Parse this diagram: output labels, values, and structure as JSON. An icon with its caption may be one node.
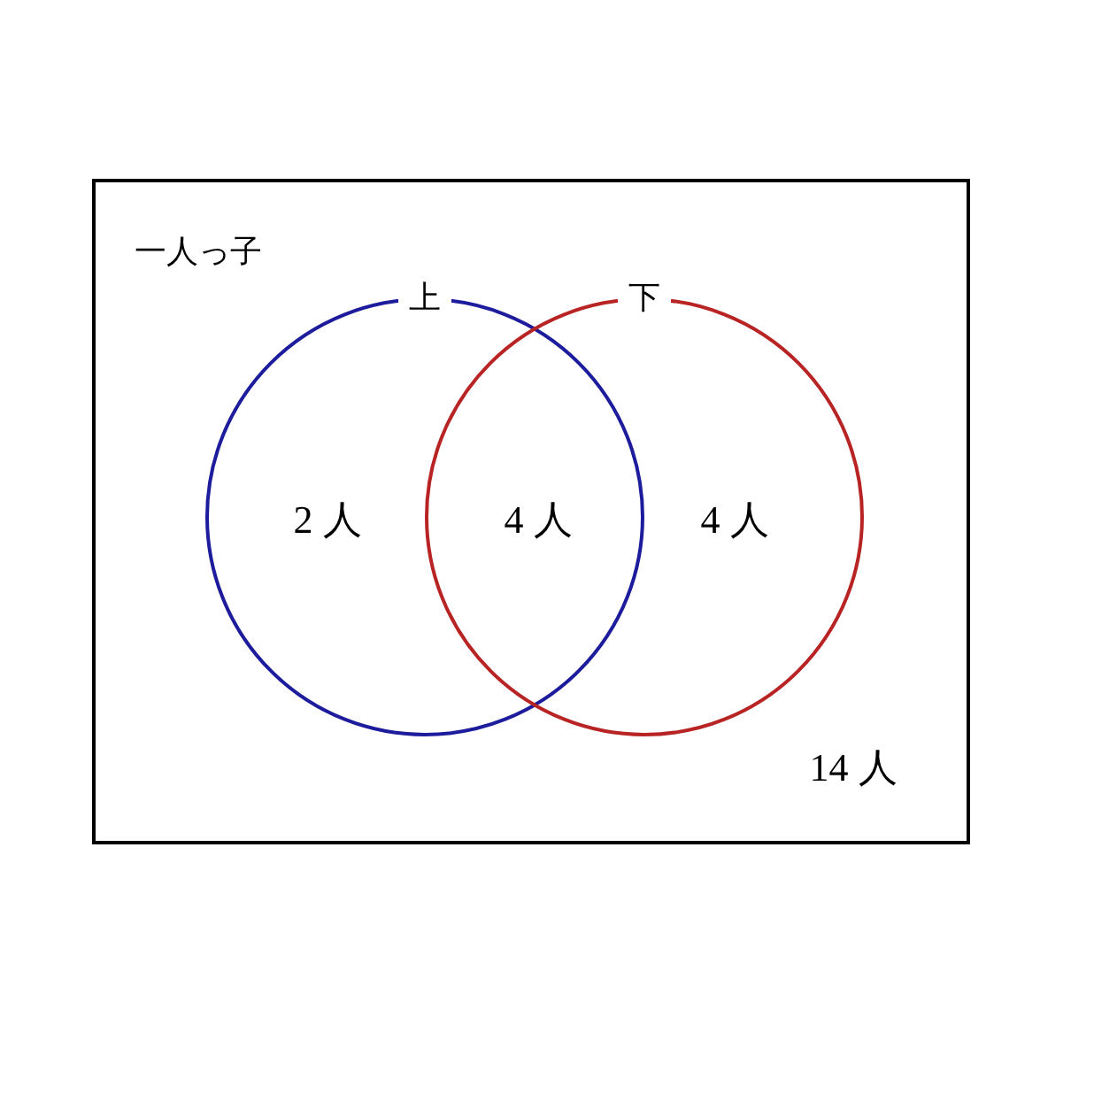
{
  "diagram": {
    "nodes": [
      {
        "text": [
          "一人っ子"
        ]
      },
      {
        "text": [
          "上"
        ],
        "in": 0
      },
      {
        "text": [
          "下"
        ],
        "in": 0
      }
    ],
    "labels": [
      "2 人",
      "4 人",
      "4 人",
      "14 人"
    ]
  }
}
